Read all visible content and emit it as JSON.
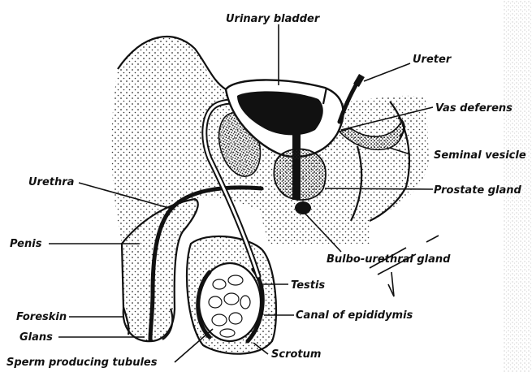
{
  "labels": {
    "urinary_bladder": "Urinary bladder",
    "ureter": "Ureter",
    "vas_deferens": "Vas deferens",
    "seminal_vesicle": "Seminal vesicle",
    "prostate_gland": "Prostate gland",
    "urethra": "Urethra",
    "penis": "Penis",
    "bulbo_urethral_gland": "Bulbo-urethral gland",
    "testis": "Testis",
    "foreskin": "Foreskin",
    "canal_of_epididymis": "Canal of epididymis",
    "glans": "Glans",
    "sperm_producing_tubules": "Sperm producing tubules",
    "scrotum": "Scrotum"
  },
  "colors": {
    "ink": "#111111",
    "paper": "#ffffff",
    "stipple": "#333333"
  }
}
